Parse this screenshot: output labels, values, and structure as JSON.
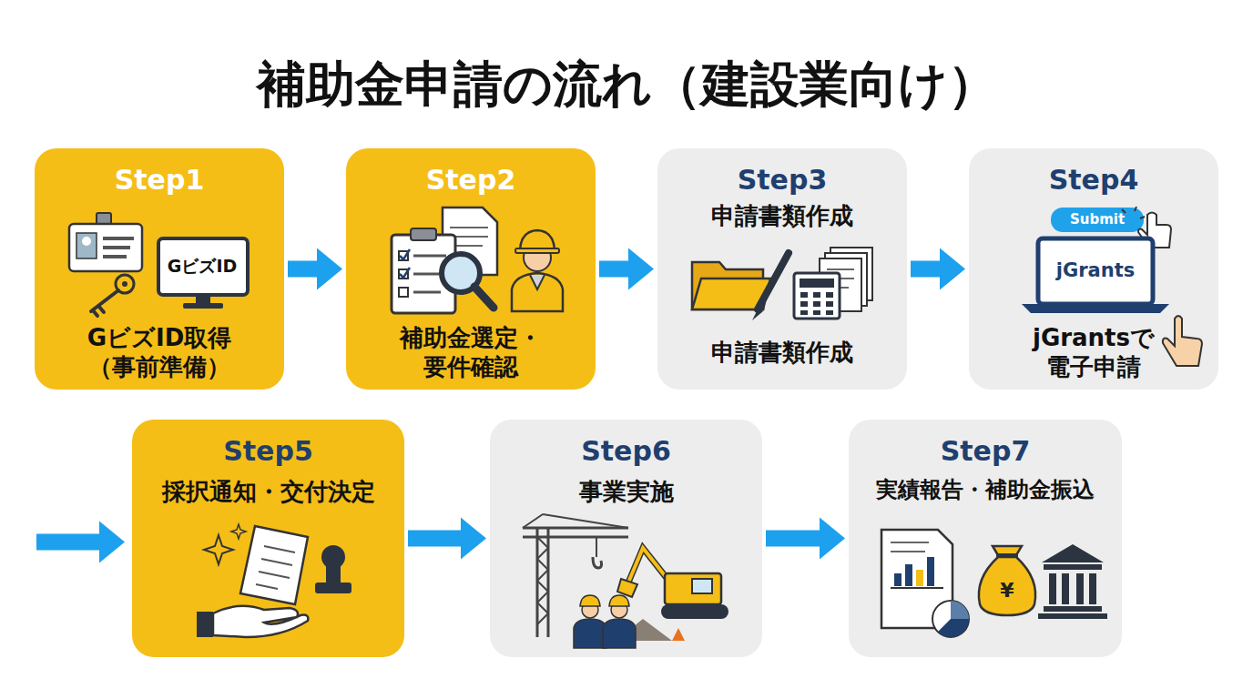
{
  "diagram": {
    "title": "補助金申請の流れ（建設業向け）",
    "nodes": [
      {
        "text": [
          "Step1",
          "GビズID取得 （事前準備）"
        ]
      },
      {
        "text": [
          "Step2",
          "補助金選定・ 要件確認"
        ]
      },
      {
        "text": [
          "Step3",
          "申請書類作成",
          "申請書類作成"
        ]
      },
      {
        "text": [
          "Step4",
          "jGrantsで 電子申請"
        ]
      },
      {
        "text": [
          "Step5",
          "採択通知・交付決定"
        ]
      },
      {
        "text": [
          "Step6",
          "事業実施"
        ]
      },
      {
        "text": [
          "Step7",
          "実績報告・補助金振込"
        ]
      }
    ],
    "edges": [
      {
        "from": 0,
        "to": 1,
        "arrow": "to"
      },
      {
        "from": 1,
        "to": 2,
        "arrow": "to"
      },
      {
        "from": 2,
        "to": 3,
        "arrow": "to"
      },
      {
        "from": 3,
        "to": 4,
        "arrow": "to"
      },
      {
        "from": 4,
        "to": 5,
        "arrow": "to"
      },
      {
        "from": 5,
        "to": 6,
        "arrow": "to"
      }
    ],
    "labels": [
      "GビズID",
      "Submit",
      "jGrants",
      "¥"
    ]
  }
}
